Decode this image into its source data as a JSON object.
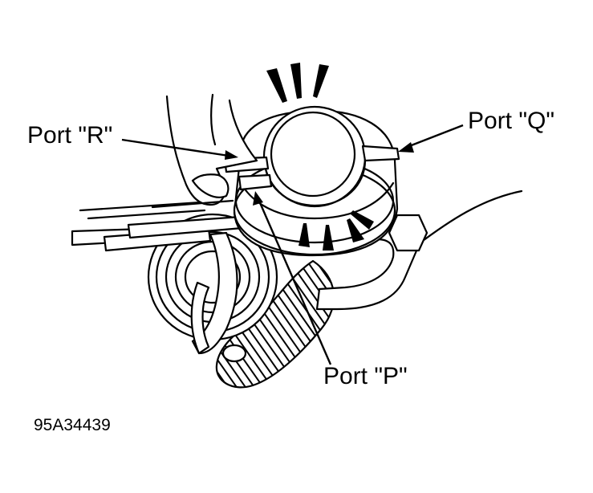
{
  "labels": {
    "port_r": "Port \"R\"",
    "port_q": "Port \"Q\"",
    "port_p": "Port \"P\""
  },
  "figure_id": "95A34439",
  "colors": {
    "ink": "#000000",
    "paper": "#ffffff"
  }
}
